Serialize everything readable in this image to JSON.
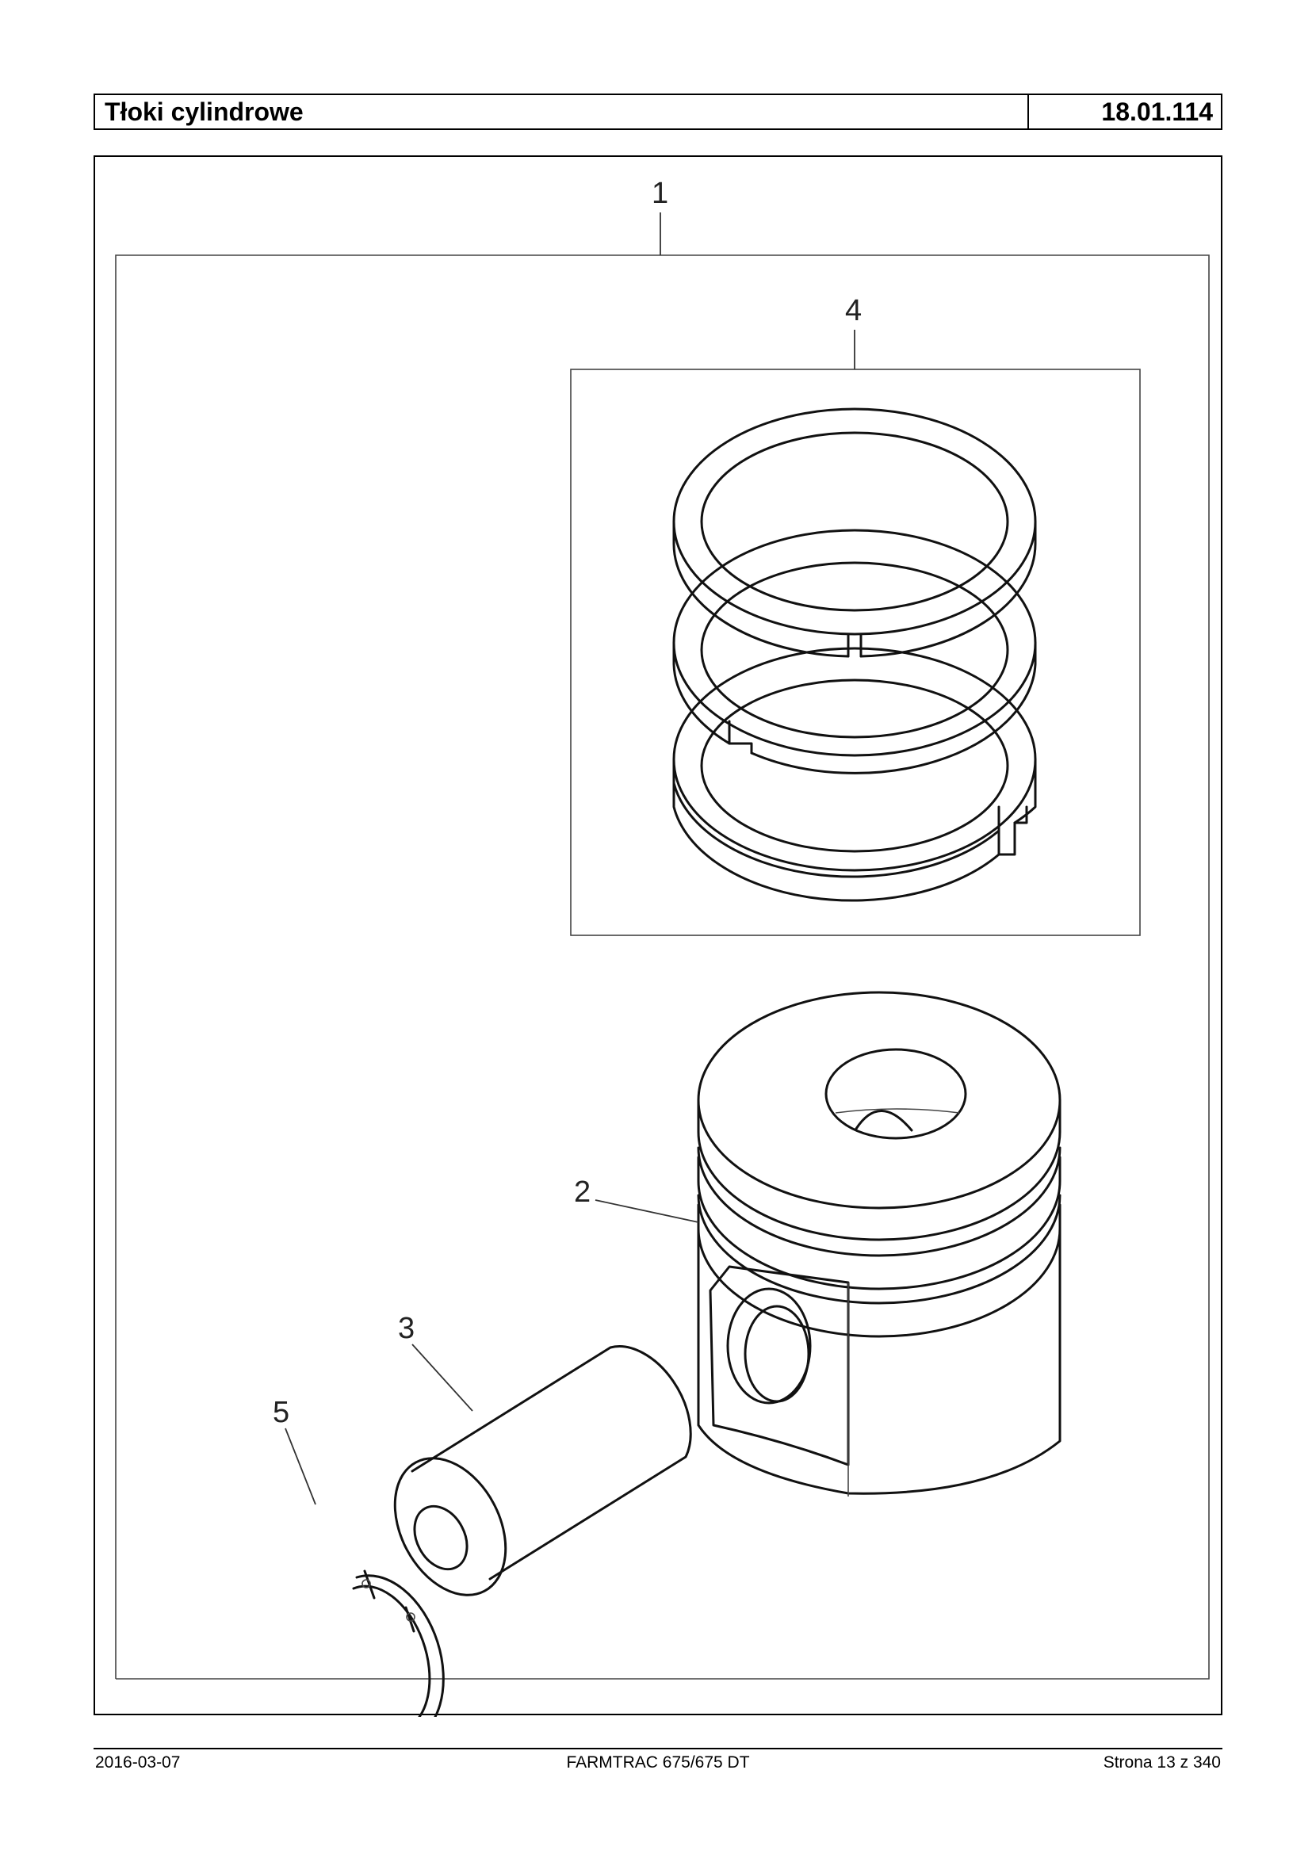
{
  "header": {
    "title": "Tłoki cylindrowe",
    "code": "18.01.114"
  },
  "drawing": {
    "callouts": [
      "1",
      "2",
      "3",
      "4",
      "5"
    ]
  },
  "footer": {
    "date": "2016-03-07",
    "model": "FARMTRAC 675/675 DT",
    "page": "Strona 13 z 340"
  }
}
